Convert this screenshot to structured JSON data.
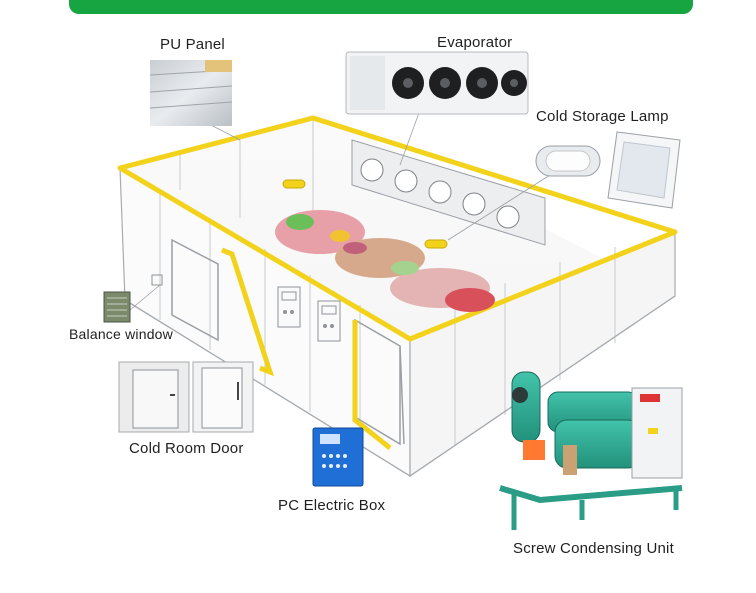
{
  "labels": {
    "pu_panel": "PU Panel",
    "evaporator": "Evaporator",
    "cold_storage_lamp": "Cold Storage Lamp",
    "balance_window": "Balance window",
    "cold_room_door": "Cold Room Door",
    "pc_electric_box": "PC Electric Box",
    "screw_condensing_unit": "Screw Condensing Unit"
  },
  "colors": {
    "accent_bar": "#16a540",
    "frame_highlight": "#f2d21b",
    "outline": "#9aa0a6",
    "unit_green": "#2fae96",
    "electric_box": "#1f6fd6"
  }
}
